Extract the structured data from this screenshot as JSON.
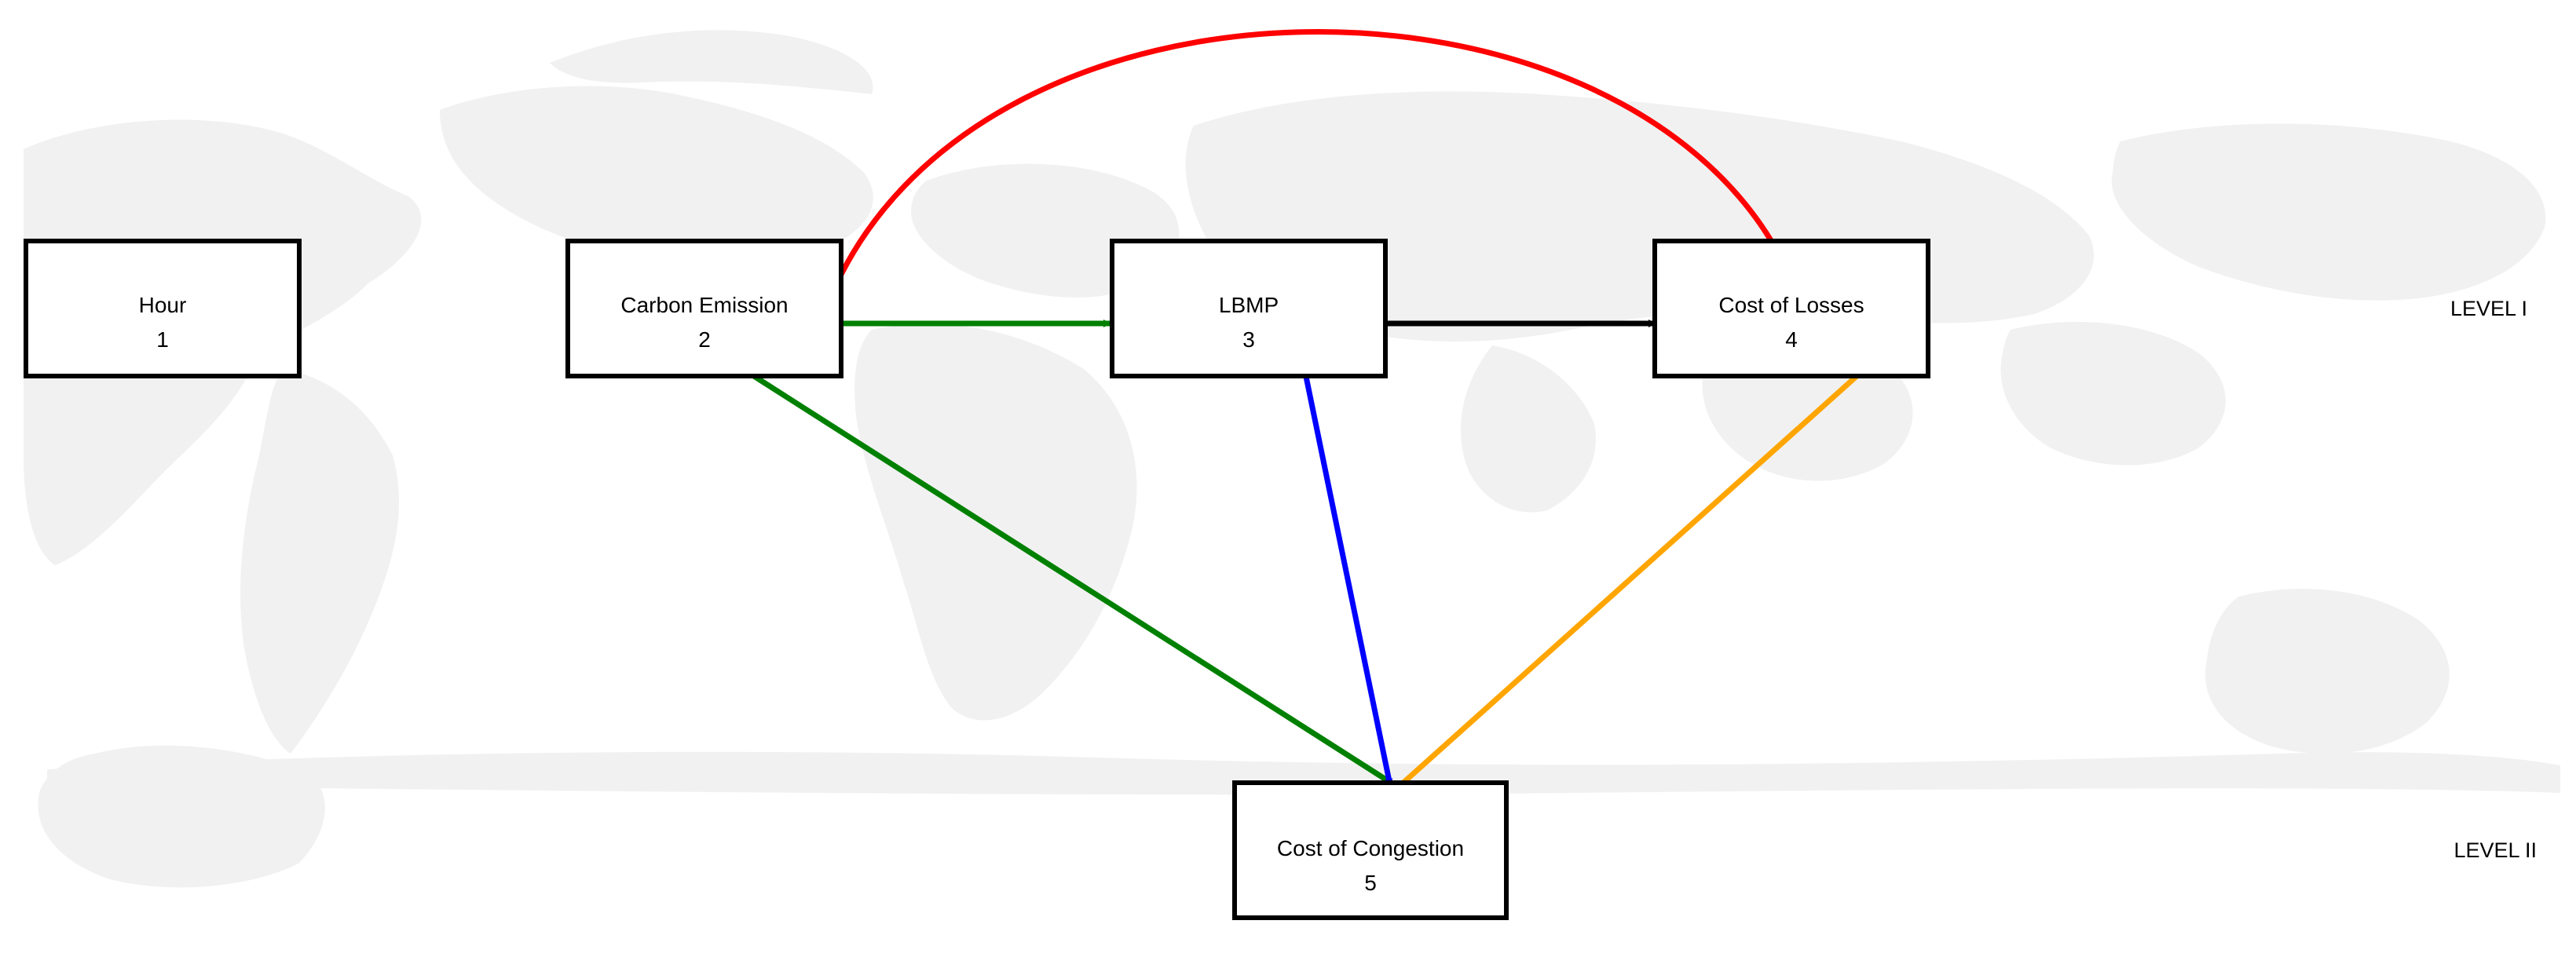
{
  "nodes": [
    {
      "id": "hour",
      "label": "Hour",
      "number": "1"
    },
    {
      "id": "carbon",
      "label": "Carbon Emission",
      "number": "2"
    },
    {
      "id": "lbmp",
      "label": "LBMP",
      "number": "3"
    },
    {
      "id": "losses",
      "label": "Cost of Losses",
      "number": "4"
    },
    {
      "id": "congestion",
      "label": "Cost of Congestion",
      "number": "5"
    }
  ],
  "levels": [
    {
      "label": "LEVEL I"
    },
    {
      "label": "LEVEL II"
    }
  ],
  "edges": [
    {
      "from": "carbon",
      "to": "losses",
      "direction": "both",
      "color": "#ff0000",
      "style": "arc"
    },
    {
      "from": "carbon",
      "to": "lbmp",
      "direction": "both",
      "color": "#008000"
    },
    {
      "from": "lbmp",
      "to": "losses",
      "direction": "both",
      "color": "#000000"
    },
    {
      "from": "congestion",
      "to": "carbon",
      "direction": "forward",
      "color": "#008000"
    },
    {
      "from": "congestion",
      "to": "lbmp",
      "direction": "both",
      "color": "#0000ff"
    },
    {
      "from": "congestion",
      "to": "losses",
      "direction": "both",
      "color": "#ffa500"
    }
  ],
  "background": {
    "icon": "world-map-watermark",
    "color": "#f1f1f1"
  }
}
